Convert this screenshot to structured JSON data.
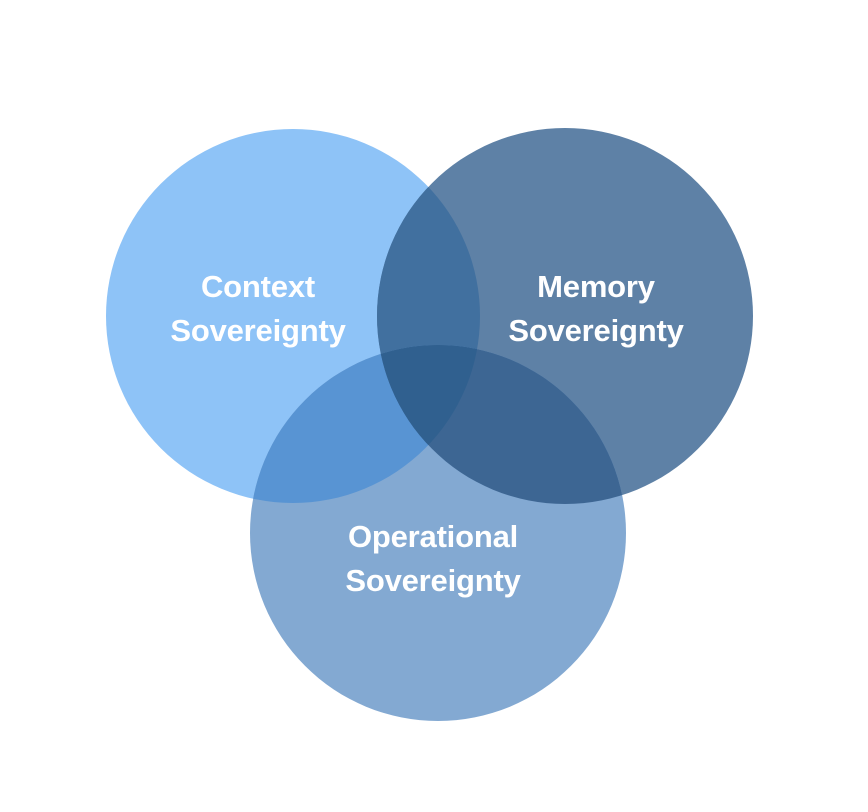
{
  "diagram": {
    "type": "venn",
    "background_color": "#ffffff",
    "label_text_color": "#ffffff",
    "sets": [
      {
        "id": "context",
        "label": "Context Sovereignty",
        "lines": [
          "Context",
          "Sovereignty"
        ],
        "color": "#8EC3F7"
      },
      {
        "id": "memory",
        "label": "Memory Sovereignty",
        "lines": [
          "Memory",
          "Sovereignty"
        ],
        "color": "#5E81A6"
      },
      {
        "id": "operational",
        "label": "Operational Sovereignty",
        "lines": [
          "Operational",
          "Sovereignty"
        ],
        "color": "#83A9D2"
      }
    ],
    "overlaps": {
      "context_memory": "#41709F",
      "context_operational": "#5894D3",
      "memory_operational": "#3D6693",
      "center": "#30608F"
    }
  }
}
